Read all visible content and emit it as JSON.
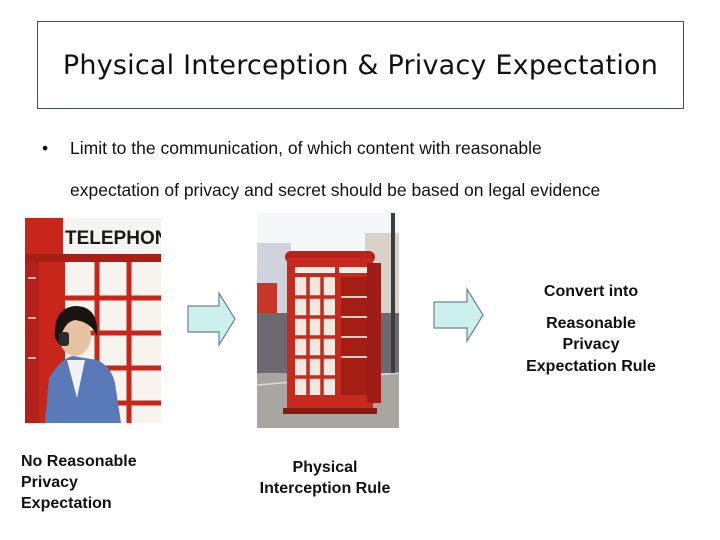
{
  "slide": {
    "title": "Physical Interception & Privacy Expectation",
    "bullet": {
      "marker": "•",
      "line1": "Limit to the communication, of which content with reasonable",
      "line2": "expectation of privacy and secret should be based on legal evidence"
    },
    "left_image": {
      "sign_text": "TELEPHON"
    },
    "captions": {
      "left": [
        "No Reasonable",
        "Privacy",
        "Expectation"
      ],
      "middle": [
        "Physical",
        "Interception Rule"
      ],
      "right": [
        "Convert into",
        "Reasonable",
        "Privacy",
        "Expectation Rule"
      ]
    },
    "colors": {
      "title_border": "#3b4a8a",
      "arrow_fill": "#ccf0ee",
      "arrow_stroke": "#6b7f9a",
      "booth_red": "#d42a1e"
    }
  }
}
